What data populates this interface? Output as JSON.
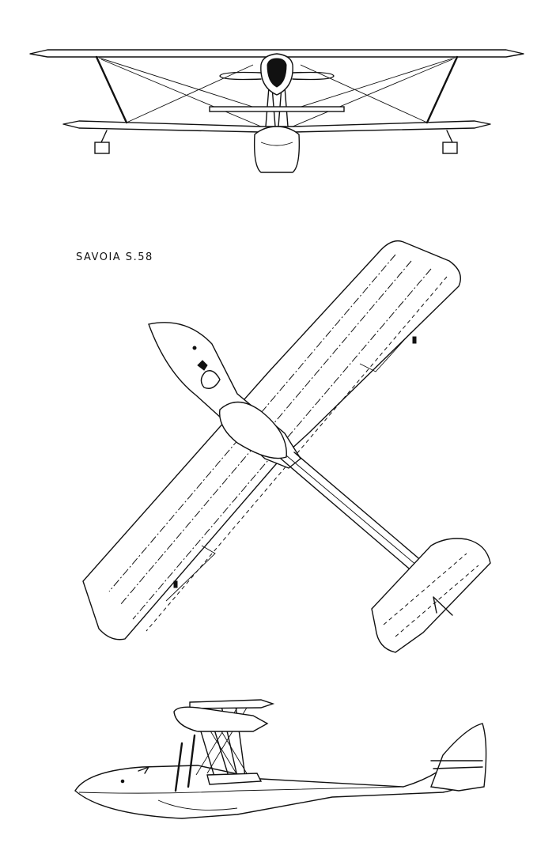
{
  "drawing": {
    "title": "SAVOIA S.58",
    "views": [
      "front-view",
      "top-view",
      "side-view"
    ]
  }
}
